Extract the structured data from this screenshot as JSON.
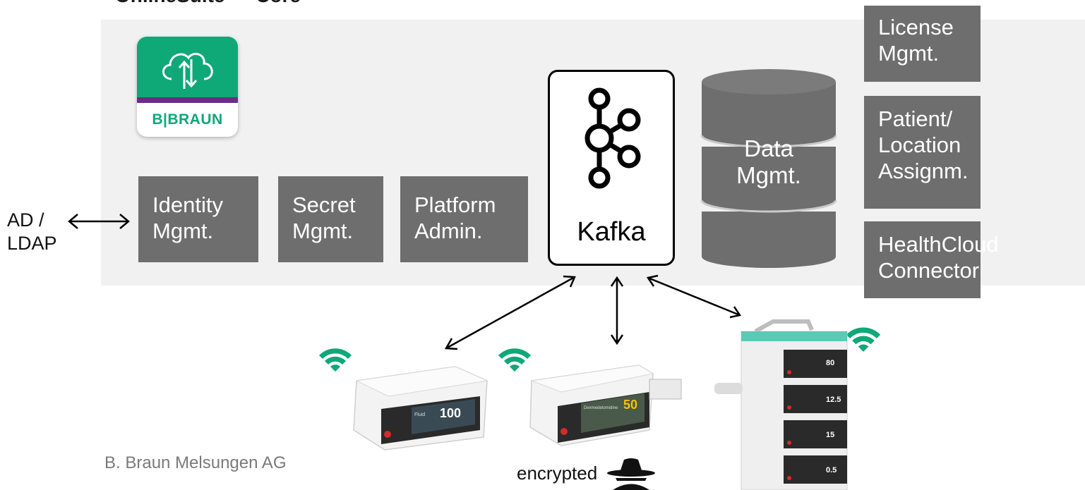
{
  "title": "OnlineSuite — Core",
  "colors": {
    "panel": "#f1f1f1",
    "box": "#6e6e6e",
    "brand_green": "#0fa877",
    "brand_purple": "#6b2d86"
  },
  "logo": {
    "brand_text": "B|BRAUN",
    "icon": "cloud-sync-icon"
  },
  "external": {
    "line1": "AD /",
    "line2": "LDAP"
  },
  "boxes": {
    "identity": {
      "line1": "Identity",
      "line2": "Mgmt."
    },
    "secret": {
      "line1": "Secret",
      "line2": "Mgmt."
    },
    "platform": {
      "line1": "Platform",
      "line2": "Admin."
    },
    "license": {
      "line1": "License",
      "line2": "Mgmt."
    },
    "patient": {
      "line1": "Patient/",
      "line2": "Location",
      "line3": "Assignm."
    },
    "healthcloud": {
      "line1": "HealthCloud",
      "line2": "Connector"
    }
  },
  "kafka": {
    "label": "Kafka",
    "icon": "kafka-logo-icon"
  },
  "database": {
    "line1": "Data",
    "line2": "Mgmt.",
    "icon": "database-cylinder-icon"
  },
  "devices": [
    {
      "name": "infusion-pump",
      "screen_value": "100",
      "screen_title": "Fluid"
    },
    {
      "name": "syringe-pump",
      "screen_value": "50",
      "screen_title": "Dexmedetomidine"
    },
    {
      "name": "pump-rack",
      "screen_values": [
        "80",
        "12.5",
        "15",
        "0.5"
      ]
    }
  ],
  "footer": "B. Braun Melsungen AG",
  "encrypted_label": "encrypted"
}
